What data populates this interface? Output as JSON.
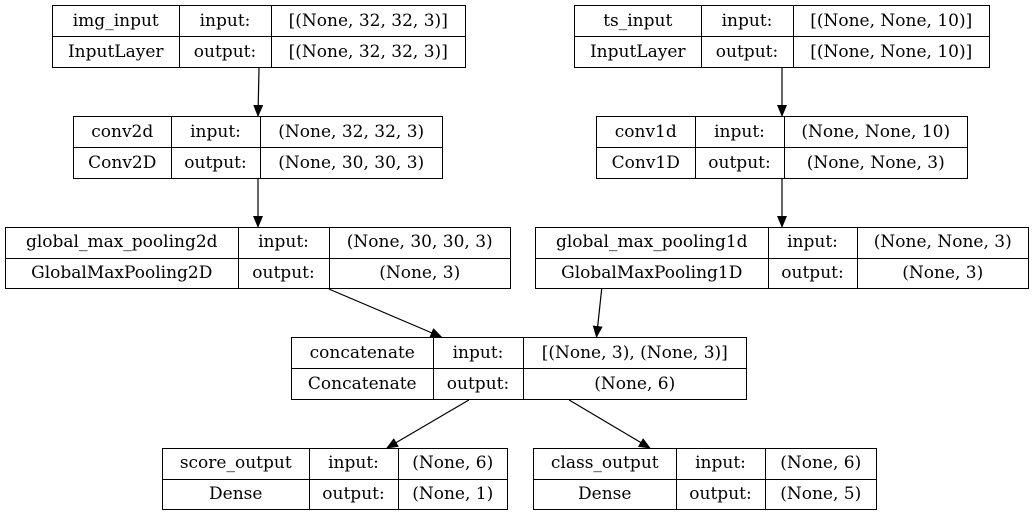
{
  "nodes": [
    {
      "id": "img_input",
      "name": "img_input",
      "class": "InputLayer",
      "input_label": "input:",
      "output_label": "output:",
      "input": "[(None, 32, 32, 3)]",
      "output": "[(None, 32, 32, 3)]"
    },
    {
      "id": "ts_input",
      "name": "ts_input",
      "class": "InputLayer",
      "input_label": "input:",
      "output_label": "output:",
      "input": "[(None, None, 10)]",
      "output": "[(None, None, 10)]"
    },
    {
      "id": "conv2d",
      "name": "conv2d",
      "class": "Conv2D",
      "input_label": "input:",
      "output_label": "output:",
      "input": "(None, 32, 32, 3)",
      "output": "(None, 30, 30, 3)"
    },
    {
      "id": "conv1d",
      "name": "conv1d",
      "class": "Conv1D",
      "input_label": "input:",
      "output_label": "output:",
      "input": "(None, None, 10)",
      "output": "(None, None, 3)"
    },
    {
      "id": "global_max_pooling2d",
      "name": "global_max_pooling2d",
      "class": "GlobalMaxPooling2D",
      "input_label": "input:",
      "output_label": "output:",
      "input": "(None, 30, 30, 3)",
      "output": "(None, 3)"
    },
    {
      "id": "global_max_pooling1d",
      "name": "global_max_pooling1d",
      "class": "GlobalMaxPooling1D",
      "input_label": "input:",
      "output_label": "output:",
      "input": "(None, None, 3)",
      "output": "(None, 3)"
    },
    {
      "id": "concatenate",
      "name": "concatenate",
      "class": "Concatenate",
      "input_label": "input:",
      "output_label": "output:",
      "input": "[(None, 3), (None, 3)]",
      "output": "(None, 6)"
    },
    {
      "id": "score_output",
      "name": "score_output",
      "class": "Dense",
      "input_label": "input:",
      "output_label": "output:",
      "input": "(None, 6)",
      "output": "(None, 1)"
    },
    {
      "id": "class_output",
      "name": "class_output",
      "class": "Dense",
      "input_label": "input:",
      "output_label": "output:",
      "input": "(None, 6)",
      "output": "(None, 5)"
    }
  ],
  "edges": [
    {
      "from": "img_input",
      "to": "conv2d"
    },
    {
      "from": "ts_input",
      "to": "conv1d"
    },
    {
      "from": "conv2d",
      "to": "global_max_pooling2d"
    },
    {
      "from": "conv1d",
      "to": "global_max_pooling1d"
    },
    {
      "from": "global_max_pooling2d",
      "to": "concatenate"
    },
    {
      "from": "global_max_pooling1d",
      "to": "concatenate"
    },
    {
      "from": "concatenate",
      "to": "score_output"
    },
    {
      "from": "concatenate",
      "to": "class_output"
    }
  ]
}
